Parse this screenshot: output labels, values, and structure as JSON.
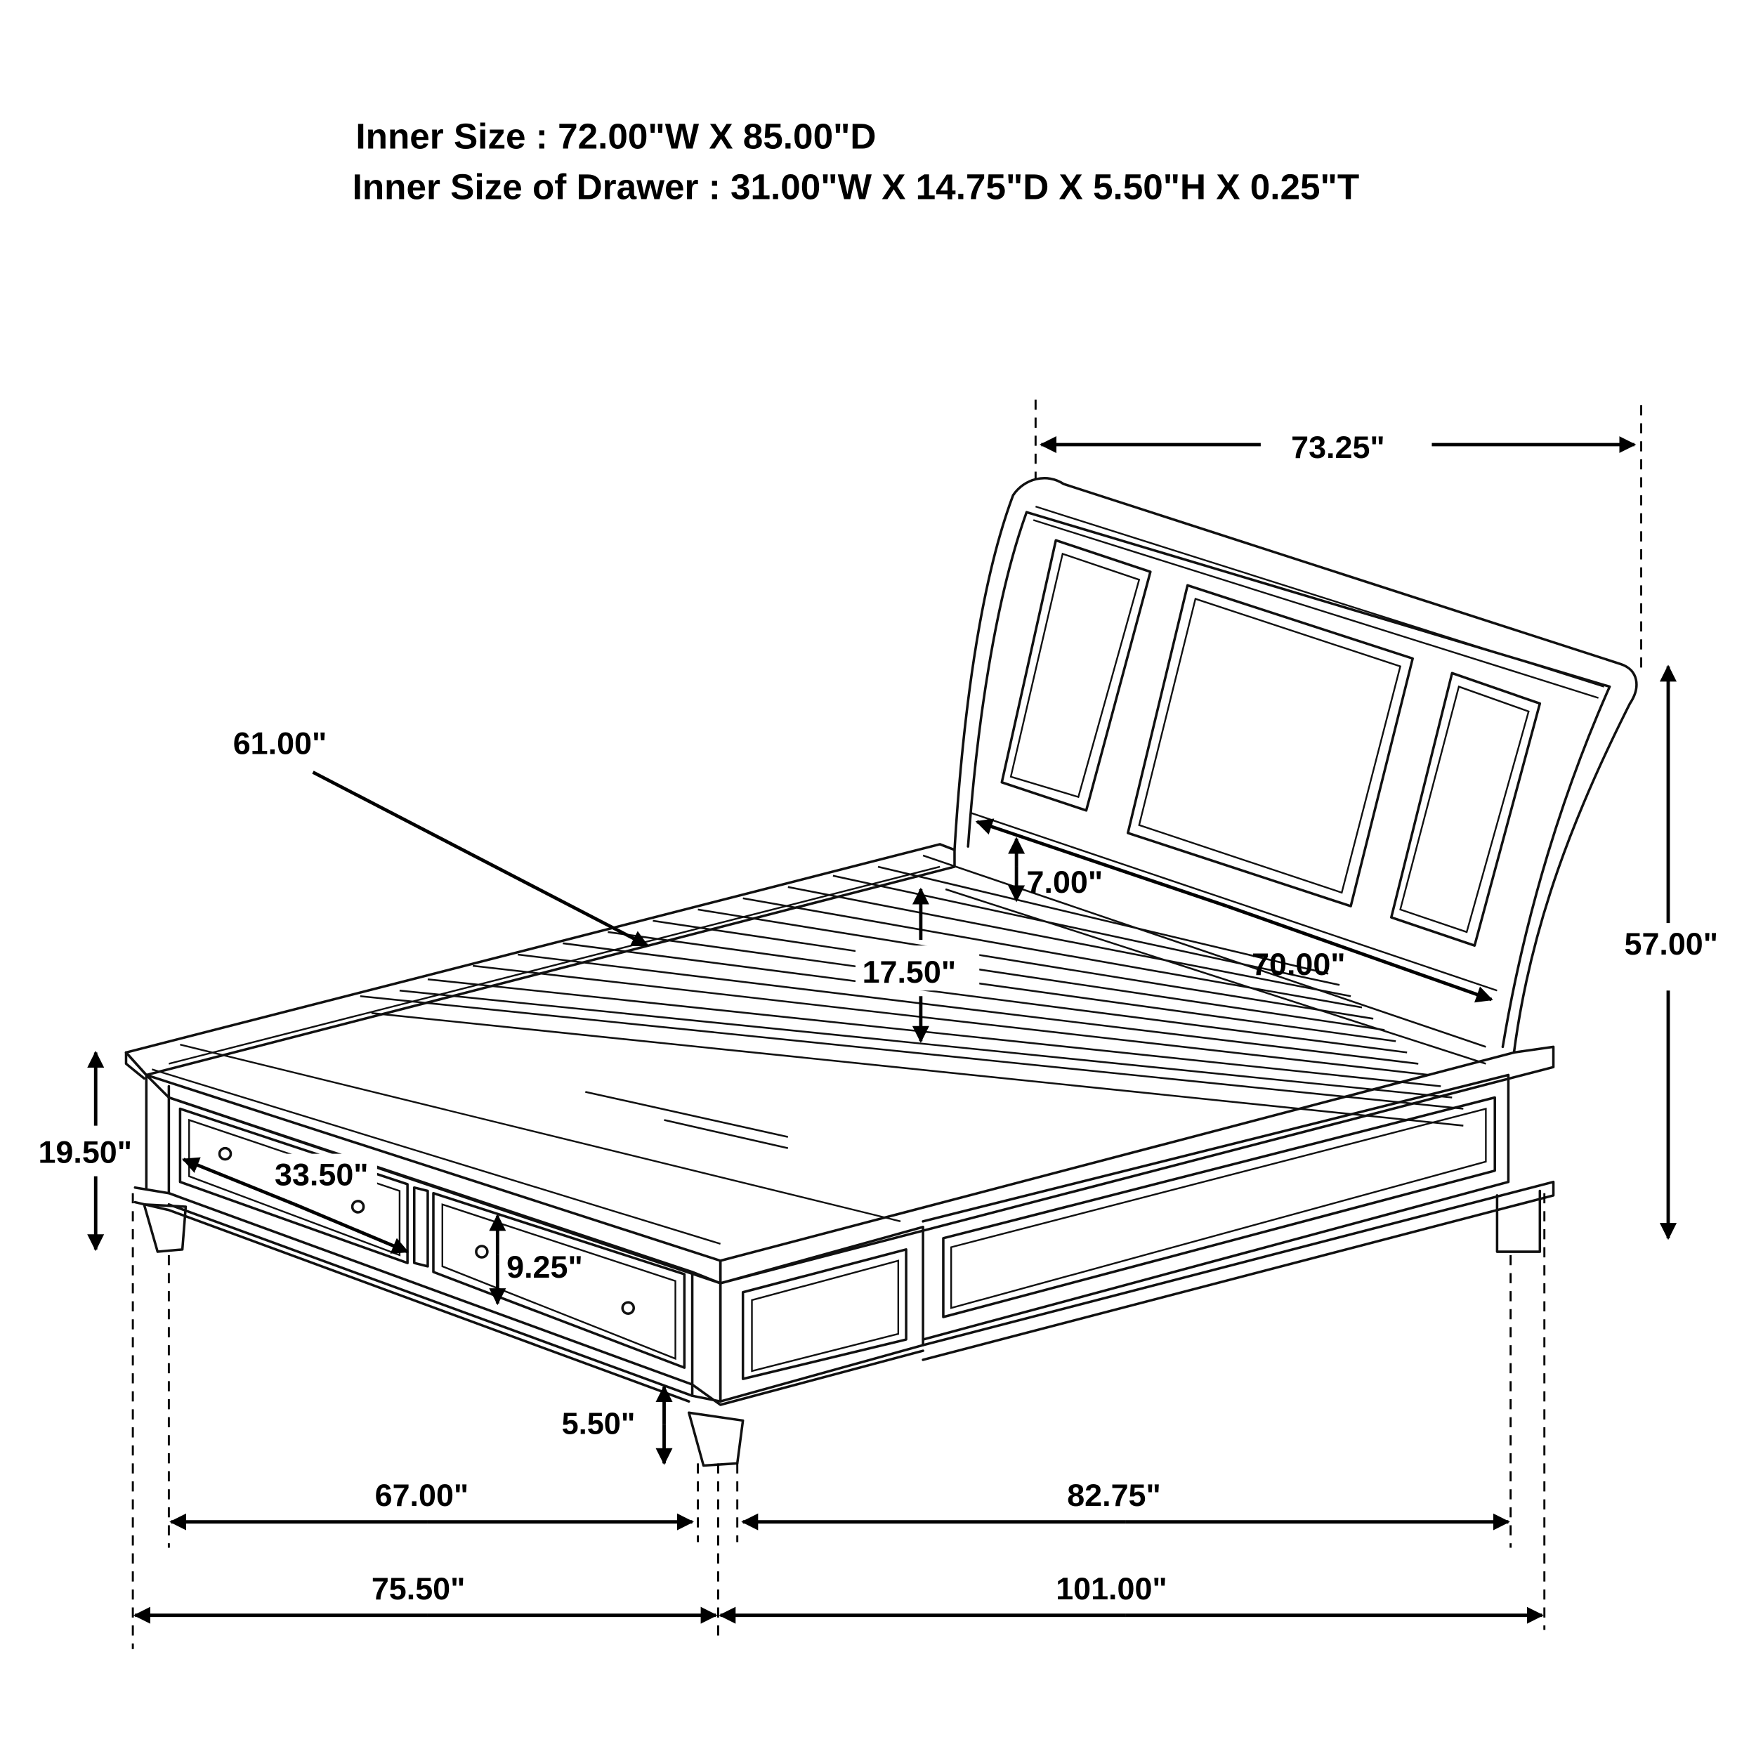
{
  "header": {
    "inner_size": "Inner Size : 72.00\"W X 85.00\"D",
    "drawer_inner_size": "Inner Size of Drawer : 31.00\"W X 14.75\"D X 5.50\"H X 0.25\"T"
  },
  "dimensions": {
    "headboard_width": "73.25\"",
    "overall_height": "57.00\"",
    "headboard_to_rail_gap": "7.00\"",
    "inner_width_headboard_side": "70.00\"",
    "headboard_panel_height": "17.50\"",
    "rail_length_diagonal": "61.00\"",
    "footboard_height": "19.50\"",
    "drawer_width": "33.50\"",
    "drawer_height": "9.25\"",
    "leg_height": "5.50\"",
    "inner_width_front": "67.00\"",
    "inner_length_side": "82.75\"",
    "overall_width": "75.50\"",
    "overall_length": "101.00\""
  },
  "drawing": {
    "subject": "Sleigh storage bed with two footboard drawers",
    "line_color": "#000000",
    "background_color": "#ffffff"
  }
}
